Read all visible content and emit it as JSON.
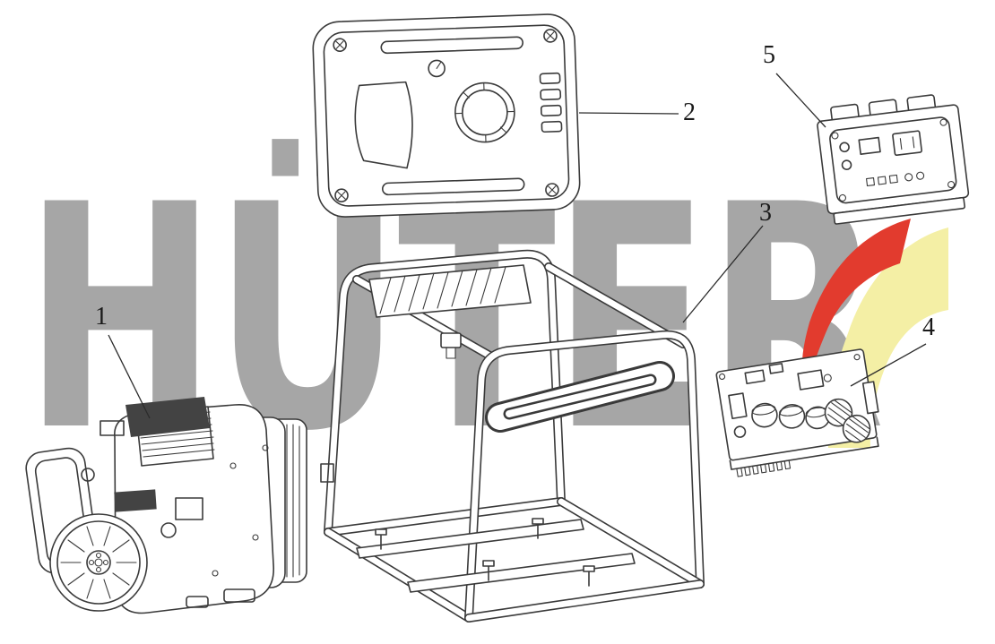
{
  "watermark": {
    "text": "HÜTER",
    "color": "#a6a6a6",
    "swoosh_red": "#e23b2e",
    "swoosh_yellow": "#f4efa5"
  },
  "diagram": {
    "line_color": "#3a3a3a",
    "callouts": [
      {
        "label": "1",
        "part": "engine-assembly"
      },
      {
        "label": "2",
        "part": "fuel-tank-cover"
      },
      {
        "label": "3",
        "part": "tubular-frame"
      },
      {
        "label": "4",
        "part": "inverter-board"
      },
      {
        "label": "5",
        "part": "control-panel"
      }
    ]
  }
}
